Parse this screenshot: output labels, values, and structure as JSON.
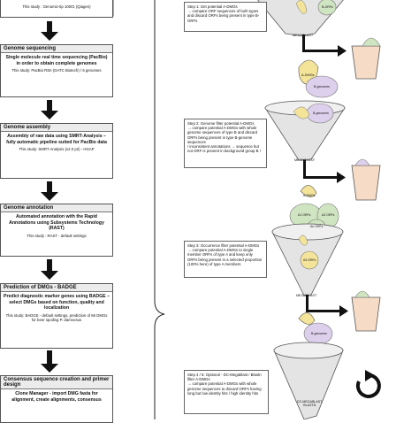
{
  "left_column": {
    "top_partial_note": "This study : Genomic-tip 100/G (Qiagen)",
    "genome_sequencing": {
      "title": "Genome sequencing",
      "description": "Single molecule real time sequencing (PacBio) in order to obtain complete genomes",
      "note": "This study: PacBio RSII (GATC Biotech) / 5 genomes"
    },
    "genome_assembly": {
      "title": "Genome assembly",
      "description": "Assembly of raw data using SMRT-Analysis – fully automatic pipeline suited for PacBio data",
      "note": "This study: SMRT Analysis (v2.0 p2) - HGAP"
    },
    "genome_annotation": {
      "title": "Genome annotation",
      "description": "Automated annotation with the Rapid Annotations using Subsystems Technology (RAST)",
      "note": "This study : RAST - default settings"
    },
    "prediction": {
      "title": "Prediction of DMGs - BADGE",
      "description": "Predict diagnostic marker genes using BADGE – select DMGs based on function, quality and localization",
      "note": "This study: BADGE - default settings, prediction of 66 DMGs for beer spoiling P. damnosus"
    },
    "consensus": {
      "title": "Consensus sequence creation and primer design",
      "description": "Clone Manager - import DMG fasta for alignment, create alignments, consensus"
    }
  },
  "right_column": {
    "step1": "Step 1: Get potential A-DMGs\n→ compare ORF sequences of both types and discard ORFs being present in type B-ORFs",
    "step2": "Step 2: Genome filter potential A-DMGs\n→ compare potential A-DMGs with whole genome sequences of type B and discard ORFs being present in type B-genome sequences\n! inconsistent annotations → sequence but not ORF is present in background group B !",
    "step3": "Step 3: Occurrence filter potential A-DMGs\n→ compare potential A-DMGs to single member ORFs of type A and keep only ORFs being present in a selected proportion (100% here) of type A members",
    "step45": "Step 4 / 5: Optional - DC-Megablast / Blastn filter A-DMGs\n→ compare potential A-DMGs with whole genome sequences to discard ORFs having long but low identity hits / high identity hits",
    "labels": {
      "megablast": "MEGABLAST",
      "b_orfs": "B-ORFs",
      "b_genomes": "B-genomes",
      "a_dmgs": "A-DMGs",
      "a1_orfs": "A1 ORFs",
      "a2_orfs": "A2 ORFs",
      "a3_orfs": "A3 ORFs",
      "an_orfs": "An ORFs",
      "dc_megablast_blastn": "DC-MEGABLAST\nBLASTN"
    }
  },
  "colors": {
    "box_border": "#555555",
    "header_fill": "#ececec",
    "arrow": "#111111",
    "funnel_fill": "#e4e4e4",
    "yellow": "#f3e49a",
    "green": "#cfe4c0",
    "purple": "#ddd0ec",
    "cup_fill": "#f6dcc6"
  }
}
